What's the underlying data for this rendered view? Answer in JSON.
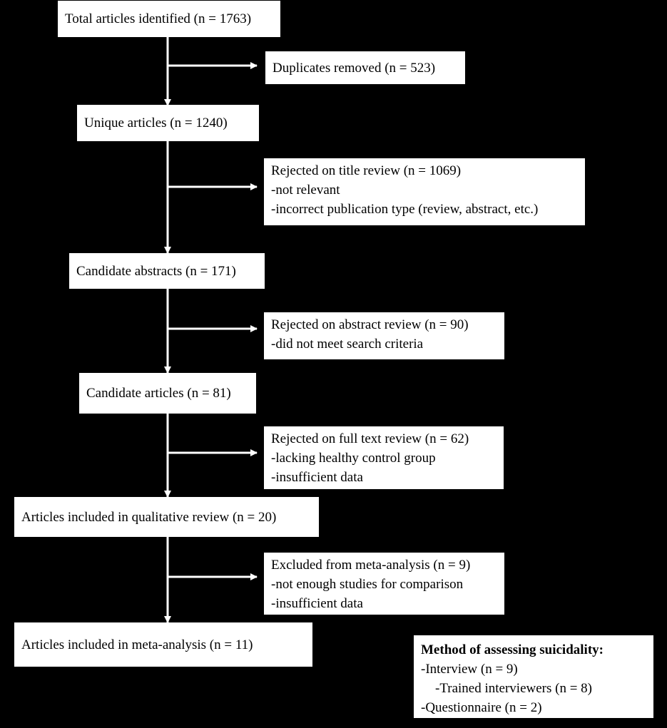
{
  "main_flow": {
    "total": "Total articles identified (n = 1763)",
    "unique": "Unique articles (n = 1240)",
    "abstracts": "Candidate abstracts (n = 171)",
    "candidate_articles": "Candidate articles (n = 81)",
    "qualitative": "Articles included in qualitative review (n = 20)",
    "meta": "Articles included in meta-analysis (n = 11)"
  },
  "exclusions": {
    "duplicates": "Duplicates removed (n = 523)",
    "title_review": {
      "heading": "Rejected on title review (n = 1069)",
      "reasons": [
        "-not relevant",
        "-incorrect publication type (review, abstract, etc.)"
      ]
    },
    "abstract_review": {
      "heading": "Rejected on abstract review (n = 90)",
      "reasons": [
        "-did not meet search criteria"
      ]
    },
    "full_text_review": {
      "heading": "Rejected on full text review (n = 62)",
      "reasons": [
        "-lacking healthy control group",
        "-insufficient data"
      ]
    },
    "meta_exclusion": {
      "heading": "Excluded from meta-analysis (n = 9)",
      "reasons": [
        "-not enough studies for comparison",
        "-insufficient data"
      ]
    }
  },
  "legend": {
    "title": "Method of assessing suicidality:",
    "items": [
      "-Interview (n = 9)",
      "-Trained interviewers (n = 8)",
      "-Questionnaire (n = 2)"
    ]
  },
  "colors": {
    "background": "#000000",
    "box": "#ffffff",
    "arrow": "#ffffff",
    "text": "#000000"
  }
}
